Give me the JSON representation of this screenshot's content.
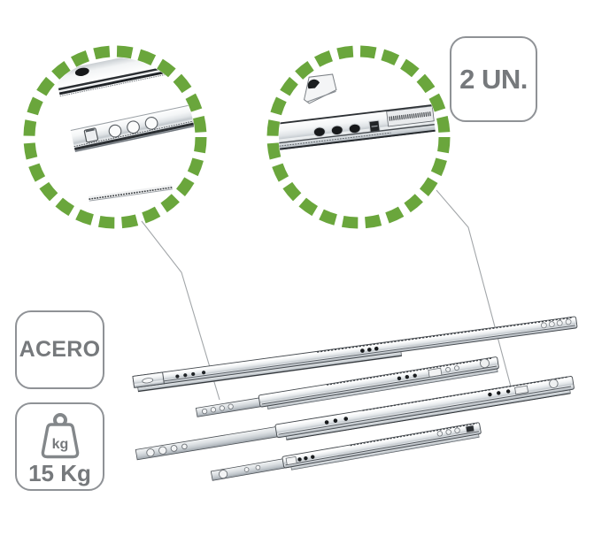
{
  "image_alt": "Two telescopic drawer slides product infographic",
  "badges": {
    "units": "2 UN.",
    "material": "ACERO",
    "weight": "15 Kg",
    "weight_icon_label": "kg"
  },
  "icons": {
    "weight": "weight-kg-icon",
    "left_magnifier": "detail-magnifier-circle",
    "right_magnifier": "detail-magnifier-circle"
  },
  "colors": {
    "accent_green": "#6aa63c",
    "badge_border": "#8f9296",
    "badge_text": "#76797c",
    "connector_line": "#a2a6a9",
    "background": "#ffffff"
  }
}
